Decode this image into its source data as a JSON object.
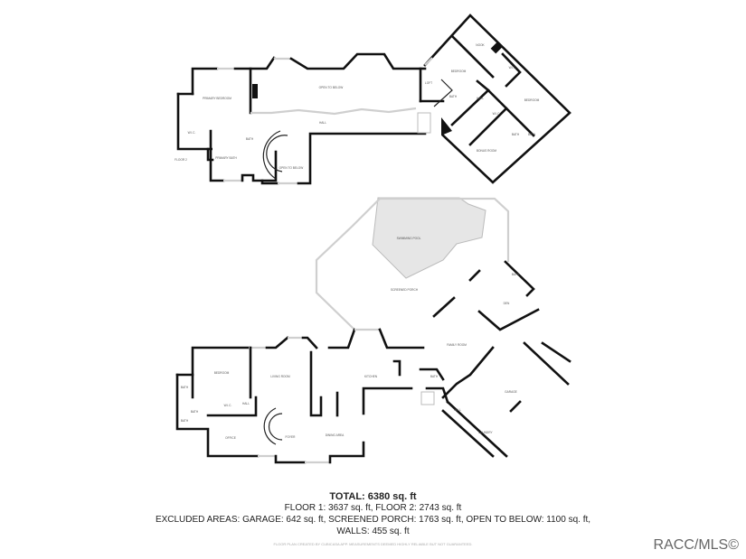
{
  "floor2": {
    "floor_label": "FLOOR 2",
    "rooms": [
      "PRIMARY BEDROOM",
      "W.I.C.",
      "PRIMARY BATH",
      "BATH",
      "OPEN TO BELOW",
      "HALL",
      "OPEN TO BELOW",
      "LOFT",
      "BEDROOM",
      "BATH",
      "HALL",
      "W.I.C.",
      "BEDROOM",
      "W.I.C.",
      "BATH",
      "BATH",
      "BONUS ROOM",
      "NOOK"
    ]
  },
  "floor1": {
    "rooms": [
      "SWIMMING POOL",
      "SCREENED PORCH",
      "DEN",
      "BATH",
      "FAMILY ROOM",
      "KITCHEN",
      "BATH",
      "HALL",
      "GARAGE",
      "LAUNDRY",
      "DINING AREA",
      "FOYER",
      "LIVING ROOM",
      "OFFICE",
      "BEDROOM",
      "BATH",
      "BATH",
      "BATH",
      "W.I.C.",
      "HALL"
    ]
  },
  "summary": {
    "total": "TOTAL: 6380 sq. ft",
    "floors": "FLOOR 1: 3637 sq. ft, FLOOR 2: 2743 sq. ft",
    "excluded": "EXCLUDED AREAS: GARAGE: 642 sq. ft, SCREENED PORCH: 1763 sq. ft, OPEN TO BELOW: 1100 sq. ft,",
    "walls": "WALLS: 455 sq. ft",
    "disclaimer": "FLOOR PLAN CREATED BY CUBICASA APP. MEASUREMENTS DEEMED HIGHLY RELIABLE BUT NOT GUARANTEED."
  },
  "watermark": "RACC/MLS©"
}
